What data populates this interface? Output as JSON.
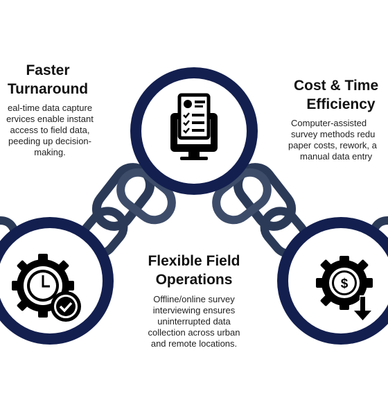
{
  "blocks": {
    "left": {
      "heading": [
        "Faster",
        "Turnaround"
      ],
      "description": [
        "eal-time data capture",
        "ervices enable instant",
        "access to field data,",
        "peeding up decision-",
        "making."
      ]
    },
    "right": {
      "heading": [
        "Cost & Time",
        "Efficiency"
      ],
      "description": [
        "Computer-assisted",
        "survey methods redu",
        "paper costs, rework, a",
        "manual data entry"
      ]
    },
    "center": {
      "heading": [
        "Flexible Field",
        "Operations"
      ],
      "description": [
        "Offline/online survey",
        "interviewing ensures",
        "uninterrupted data",
        "collection across urban",
        "and remote locations."
      ]
    }
  },
  "icons": {
    "top": "computer-survey-form-icon",
    "left": "gear-clock-checkmark-icon",
    "right": "gear-dollar-down-arrow-icon"
  },
  "colors": {
    "ring": "#131f4f",
    "chain": "#2b3a57",
    "chain_highlight": "#5b6b86",
    "icon": "#000000",
    "text": "#111111"
  }
}
